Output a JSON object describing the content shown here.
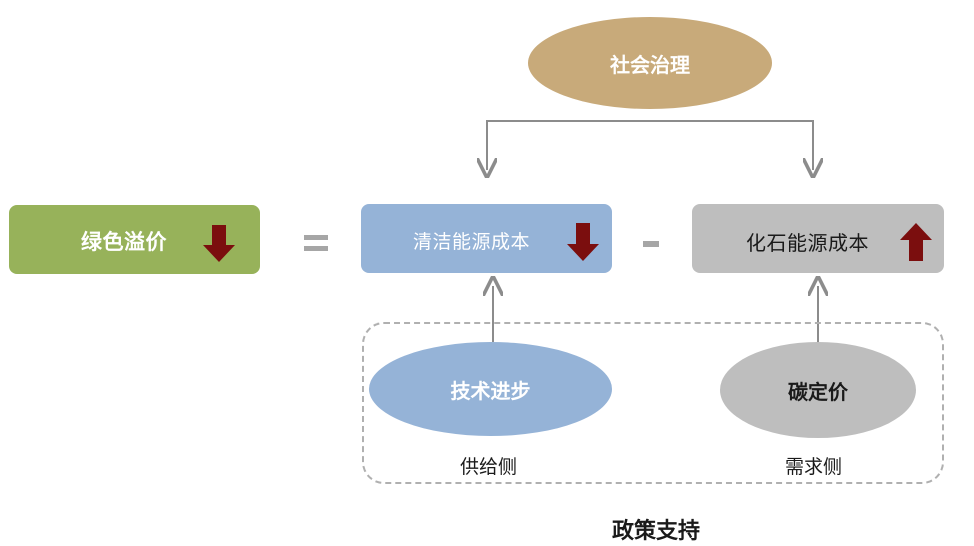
{
  "green_premium": {
    "label": "绿色溢价",
    "arrow": "down",
    "arrow_color": "#7B0E0E"
  },
  "operators": {
    "equals": "=",
    "minus": "-"
  },
  "clean_energy_cost": {
    "label": "清洁能源成本",
    "arrow": "down",
    "arrow_color": "#7B0E0E"
  },
  "fossil_energy_cost": {
    "label": "化石能源成本",
    "arrow": "up",
    "arrow_color": "#7B0E0E"
  },
  "social_governance": {
    "label": "社会治理"
  },
  "tech_progress": {
    "label": "技术进步"
  },
  "carbon_price": {
    "label": "碳定价"
  },
  "supply_side": {
    "label": "供给侧"
  },
  "demand_side": {
    "label": "需求侧"
  },
  "policy_support": {
    "label": "政策支持"
  },
  "colors": {
    "green": "#97B25A",
    "blue": "#95B3D7",
    "gray": "#BEBEBE",
    "tan": "#C8AA7A",
    "connector": "#8C8C8C"
  }
}
